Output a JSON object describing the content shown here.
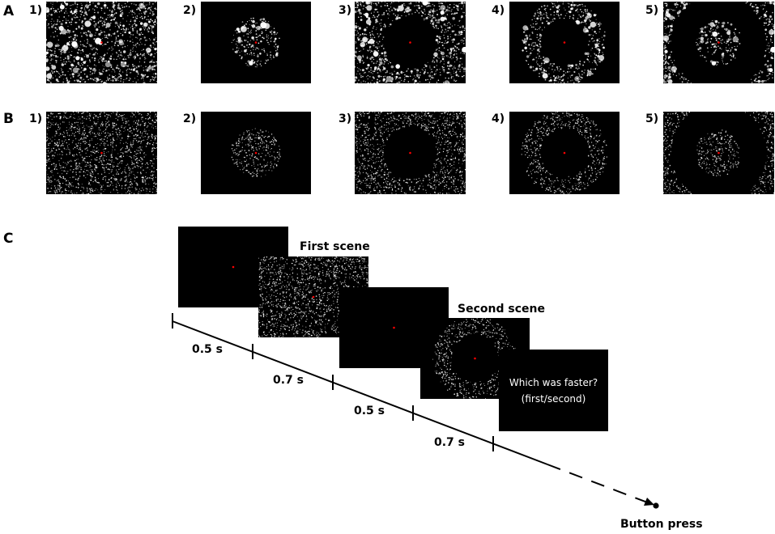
{
  "row_labels": {
    "a": "A",
    "b": "B",
    "c": "C"
  },
  "panel_numbers": [
    "1)",
    "2)",
    "3)",
    "4)",
    "5)"
  ],
  "row_a": {
    "stimuli": [
      "full-field",
      "center",
      "surround",
      "ring",
      "center-and-outer"
    ]
  },
  "row_b": {
    "stimuli": [
      "full-field",
      "center",
      "surround",
      "ring",
      "center-and-outer"
    ]
  },
  "trial": {
    "first_scene_label": "First scene",
    "second_scene_label": "Second scene",
    "question_line1": "Which was faster?",
    "question_line2": "(first/second)",
    "durations": [
      "0.5 s",
      "0.7 s",
      "0.5 s",
      "0.7 s"
    ],
    "end_label": "Button press"
  },
  "colors": {
    "background": "#000000",
    "dots": "#ffffff",
    "fixation": "#ff0000"
  }
}
